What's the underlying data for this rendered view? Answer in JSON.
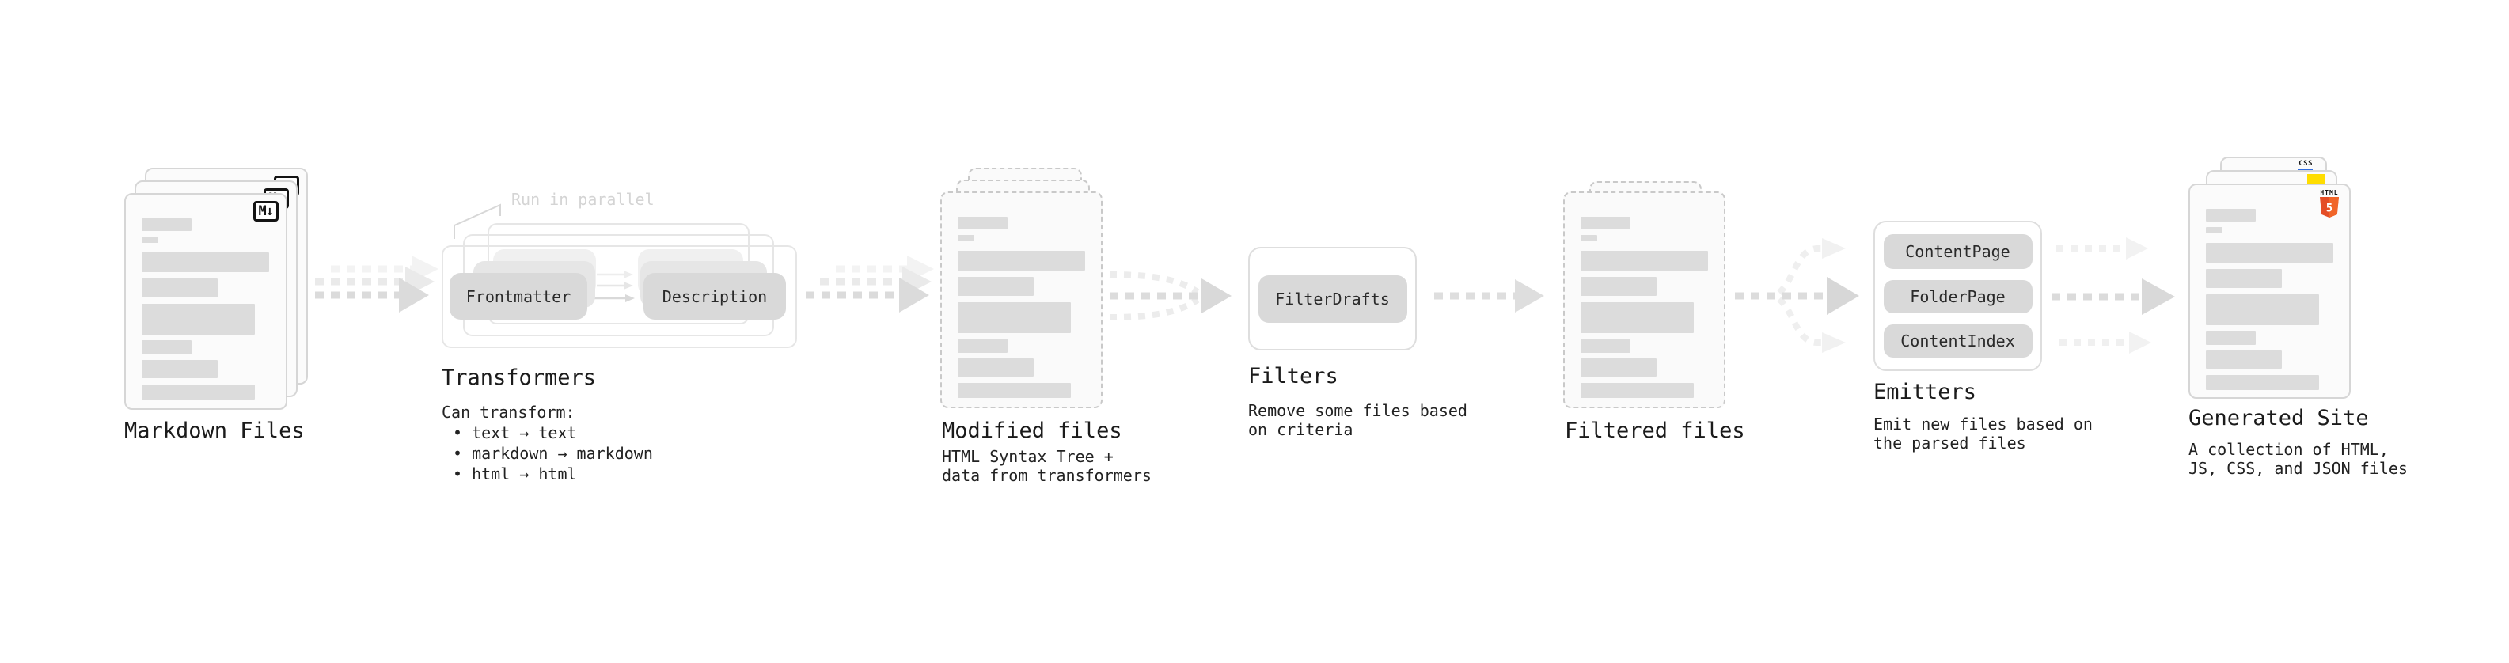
{
  "pipeline": {
    "markdown_files": {
      "title": "Markdown Files",
      "badge": "M↓"
    },
    "transformers": {
      "note": "Run in parallel",
      "input_pill": "Frontmatter",
      "output_pill": "Description",
      "title": "Transformers",
      "desc_heading": "Can transform:",
      "bullets": [
        "• text → text",
        "• markdown → markdown",
        "• html → html"
      ]
    },
    "modified_files": {
      "title": "Modified files",
      "subtitle": "HTML Syntax Tree +\ndata from transformers"
    },
    "filters": {
      "pill": "FilterDrafts",
      "title": "Filters",
      "subtitle": "Remove some files based\non criteria"
    },
    "filtered_files": {
      "title": "Filtered files"
    },
    "emitters": {
      "pills": [
        "ContentPage",
        "FolderPage",
        "ContentIndex"
      ],
      "title": "Emitters",
      "subtitle": "Emit new files based on\nthe parsed files"
    },
    "generated_site": {
      "title": "Generated Site",
      "subtitle": "A collection of HTML,\nJS, CSS, and JSON files",
      "badges": {
        "html5_label": "HTML",
        "html5_number": "5",
        "css_label": "CSS"
      }
    }
  },
  "colors": {
    "pill_gray": "#d9d9d9",
    "skeleton_gray": "#dcdcdc",
    "arrow_gray": "#dbdbdb",
    "html5_orange": "#e44d26",
    "html5_orange_light": "#f16529",
    "js_yellow": "#ffdd00",
    "css_blue": "#2f6ce0",
    "note_gray": "#d4d4d4"
  }
}
